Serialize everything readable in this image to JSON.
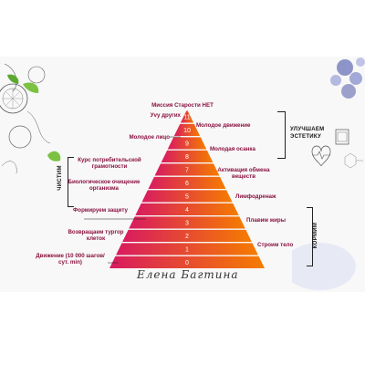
{
  "top_label": "Миссия Старости НЕТ",
  "numbers": [
    "0",
    "1",
    "2",
    "3",
    "4",
    "5",
    "6",
    "7",
    "8",
    "9",
    "10",
    "11"
  ],
  "left_labels": {
    "uvu": "Уvу других",
    "face": "Молодое лицо",
    "course": "Курс потребительской грамотности",
    "bio": "Биологическое очищение организма",
    "protect": "Формируем защиту",
    "turgor": "Возвращаем тургор клеток",
    "move": "Движение (10 000 шагов/сут. min)"
  },
  "right_labels": {
    "young_move": "Молодое движение",
    "posture": "Молодая осанка",
    "metab": "Активация обмена веществ",
    "lymph": "Лимфодренаж",
    "fat": "Плавим жиры",
    "body": "Строим тело"
  },
  "side_labels": {
    "improve": "УЛУЧШАЕМ ЭСТЕТИКУ",
    "clean": "ЧИСТИМ",
    "feed": "КОРМИМ"
  },
  "signature": "Елена Багтина",
  "colors": {
    "label": "#8a1240",
    "band_left": "#d81b60",
    "band_right": "#f57c00"
  }
}
